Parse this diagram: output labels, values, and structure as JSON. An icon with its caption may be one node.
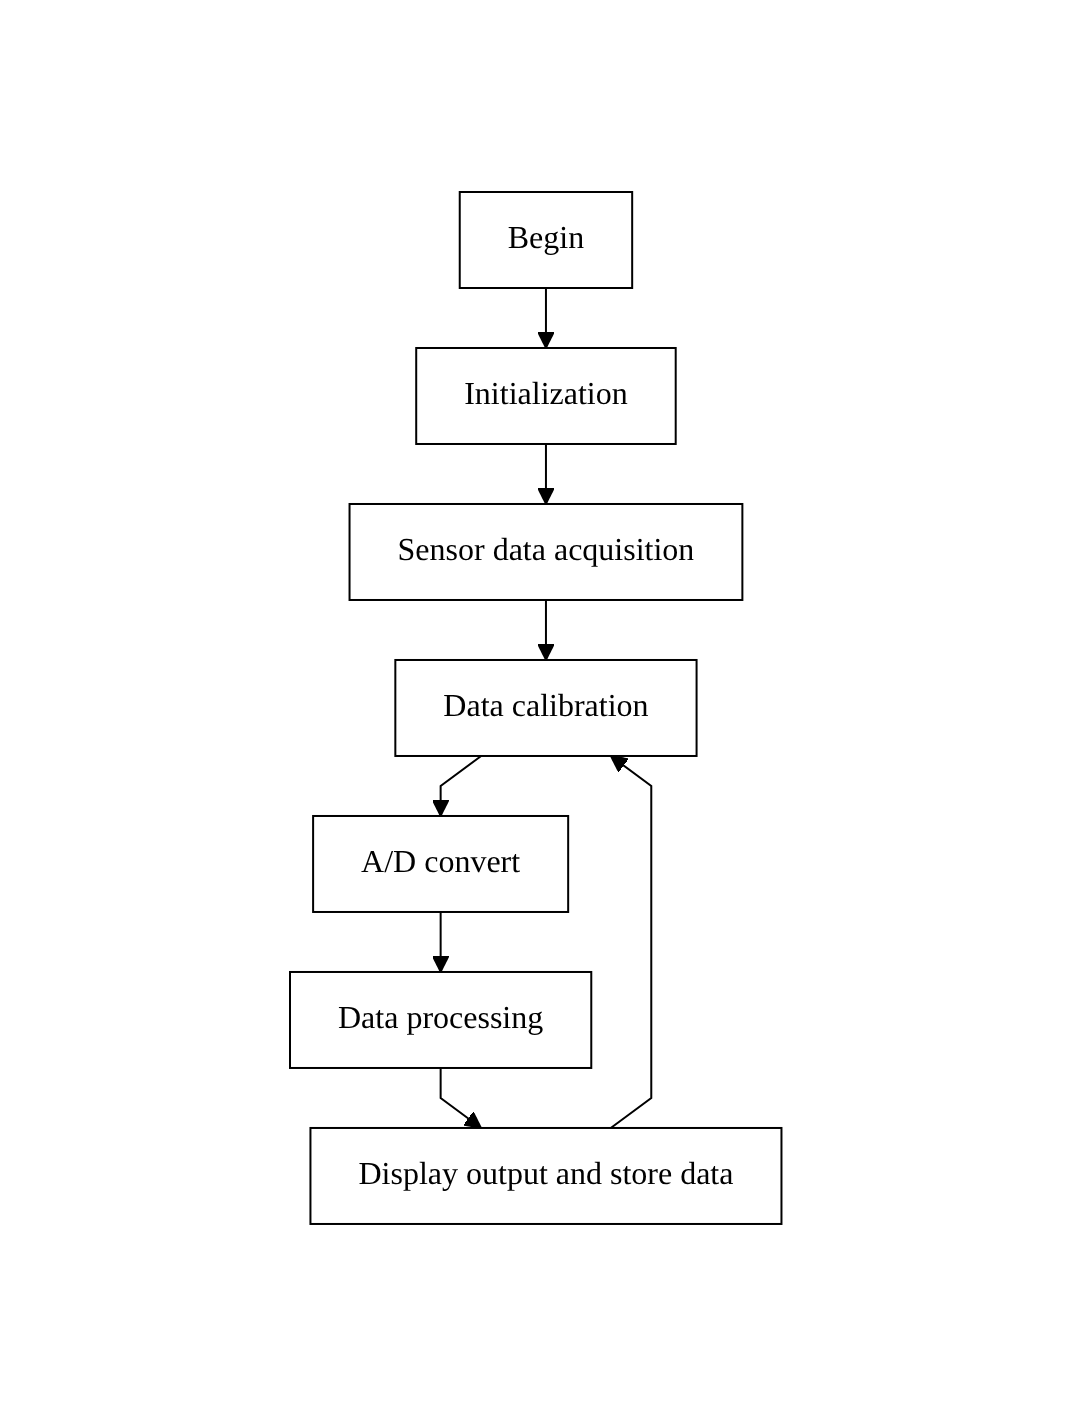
{
  "diagram": {
    "nodes": [
      {
        "text": [
          "Begin"
        ]
      },
      {
        "text": [
          "Initialization"
        ]
      },
      {
        "text": [
          "Sensor data acquisition"
        ]
      },
      {
        "text": [
          "Data calibration"
        ]
      },
      {
        "text": [
          "A/D convert"
        ]
      },
      {
        "text": [
          "Data processing"
        ]
      },
      {
        "text": [
          "Display output and store data"
        ]
      }
    ],
    "edges": [
      {
        "from": 0,
        "to": 1,
        "arrow": "to"
      },
      {
        "from": 1,
        "to": 2,
        "arrow": "to"
      },
      {
        "from": 2,
        "to": 3,
        "arrow": "to"
      },
      {
        "from": 3,
        "to": 4,
        "arrow": "to"
      },
      {
        "from": 4,
        "to": 5,
        "arrow": "to"
      },
      {
        "from": 5,
        "to": 6,
        "arrow": "to"
      },
      {
        "from": 6,
        "to": 3,
        "arrow": "to"
      }
    ]
  }
}
